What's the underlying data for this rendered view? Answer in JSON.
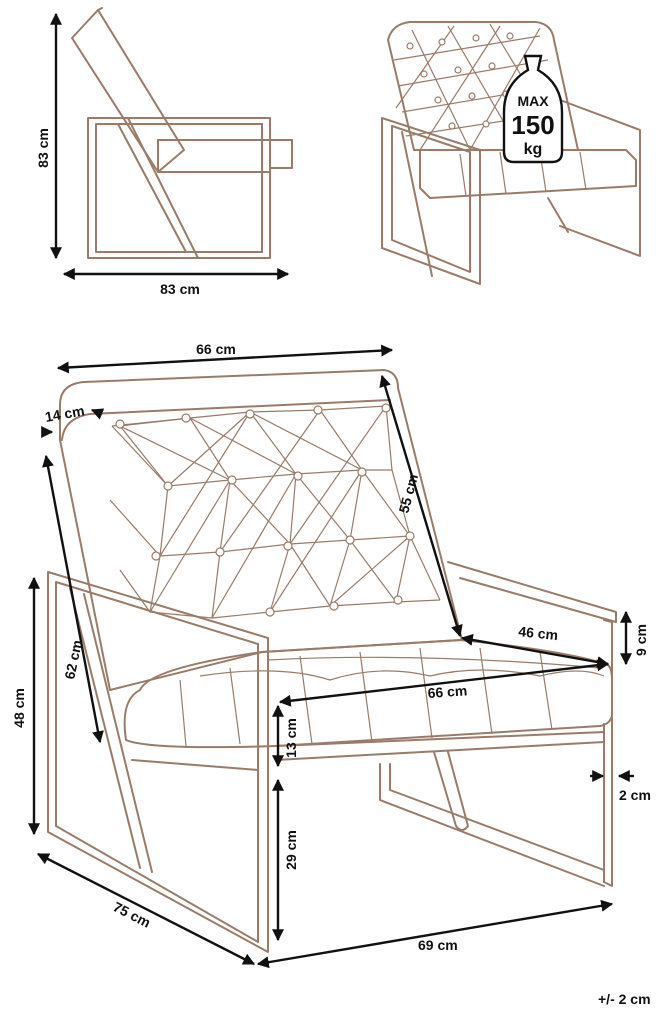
{
  "labels": {
    "side_height": "83 cm",
    "side_depth": "83 cm",
    "back_width": "66 cm",
    "back_thickness": "14 cm",
    "back_height": "55 cm",
    "back_total": "62 cm",
    "arm_height": "48 cm",
    "seat_depth": "46 cm",
    "arm_thickness": "9 cm",
    "seat_width": "66 cm",
    "cushion_height": "13 cm",
    "seat_height": "29 cm",
    "frame_width": "2 cm",
    "depth": "75 cm",
    "width": "69 cm",
    "tolerance": "+/- 2 cm"
  },
  "badge": {
    "line1": "MAX",
    "line2": "150",
    "line3": "kg"
  },
  "colors": {
    "drawing": "#9a7b6a",
    "dimension": "#111111"
  }
}
